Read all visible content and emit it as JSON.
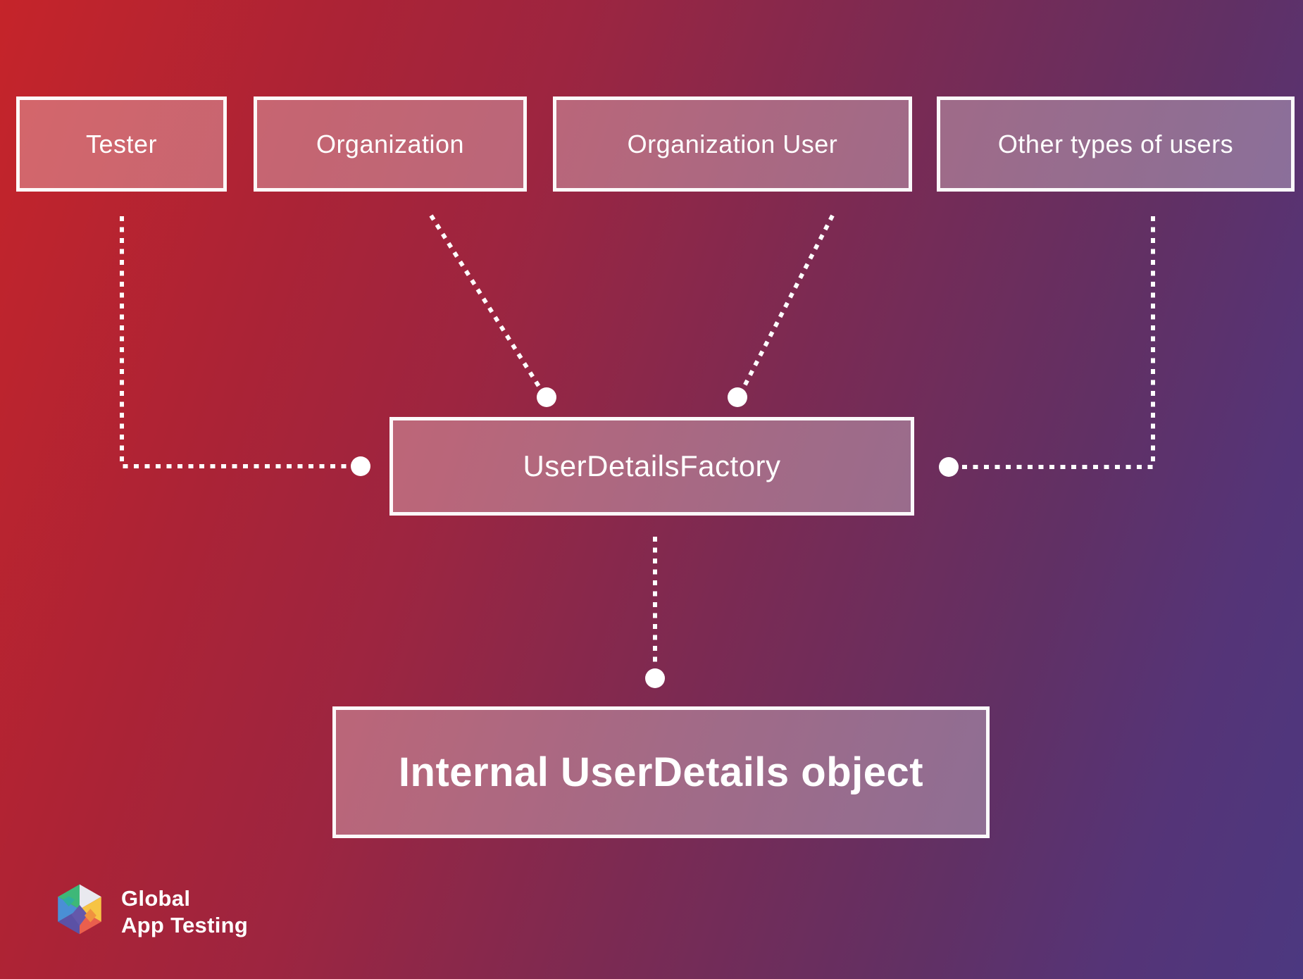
{
  "page": {
    "title": "UserDetailsFactory diagram"
  },
  "colors": {
    "background_gradient": [
      "#c5242a",
      "#9d2540",
      "#7c2a52",
      "#613064",
      "#4c3880"
    ],
    "node_fill": "rgba(255,255,255,0.30)",
    "node_border": "#ffffff",
    "connector": "#ffffff",
    "text": "#ffffff"
  },
  "diagram": {
    "source_nodes": [
      {
        "id": "tester",
        "label": "Tester"
      },
      {
        "id": "organization",
        "label": "Organization"
      },
      {
        "id": "organization-user",
        "label": "Organization User"
      },
      {
        "id": "other-users",
        "label": "Other types of users"
      }
    ],
    "factory_node": {
      "label": "UserDetailsFactory"
    },
    "output_node": {
      "label": "Internal UserDetails object"
    },
    "edges": [
      {
        "from": "Tester",
        "to": "UserDetailsFactory",
        "style": "dotted"
      },
      {
        "from": "Organization",
        "to": "UserDetailsFactory",
        "style": "dotted"
      },
      {
        "from": "Organization User",
        "to": "UserDetailsFactory",
        "style": "dotted"
      },
      {
        "from": "Other types of users",
        "to": "UserDetailsFactory",
        "style": "dotted"
      },
      {
        "from": "UserDetailsFactory",
        "to": "Internal UserDetails object",
        "style": "dotted"
      }
    ]
  },
  "branding": {
    "logo_name": "global-app-testing",
    "logo_text_line1": "Global",
    "logo_text_line2": "App Testing",
    "logo_colors": {
      "green": "#3eb878",
      "gray_white": "#e9e9ef",
      "teal": "#2fae9e",
      "blue": "#4a8fd5",
      "indigo": "#5b51a5",
      "purple": "#6458ab",
      "yellow": "#f6c445",
      "orange": "#f0923f",
      "red": "#ea5f4d"
    }
  }
}
